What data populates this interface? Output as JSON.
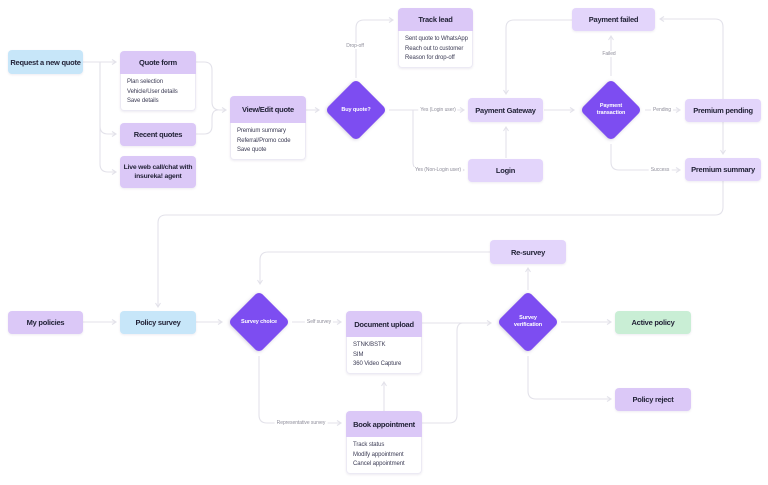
{
  "colors": {
    "diamond_purple": "#7d4df1",
    "lavender": "#dbc8f7",
    "lavender_light": "#e3d5fb",
    "blue": "#c7e6f9",
    "green": "#c9eed5",
    "connector_gray": "#e3e2ea"
  },
  "nodes": {
    "request_new_quote": {
      "title": "Request a new quote"
    },
    "quote_form": {
      "title": "Quote form",
      "items": [
        "Plan selection",
        "Vehicle/User details",
        "Save details"
      ]
    },
    "recent_quotes": {
      "title": "Recent quotes"
    },
    "live_web_call": {
      "title": "Live web call/chat with insureka! agent"
    },
    "view_edit_quote": {
      "title": "View/Edit quote",
      "items": [
        "Premium summary",
        "Referral/Promo code",
        "Save quote"
      ]
    },
    "buy_quote": {
      "title": "Buy quote?"
    },
    "track_lead": {
      "title": "Track lead",
      "items": [
        "Sent quote to WhatsApp",
        "Reach out to customer",
        "Reason for drop-off"
      ]
    },
    "payment_gateway": {
      "title": "Payment Gateway"
    },
    "login": {
      "title": "Login"
    },
    "payment_failed": {
      "title": "Payment failed"
    },
    "payment_transaction": {
      "title": "Payment transaction"
    },
    "premium_pending": {
      "title": "Premium pending"
    },
    "premium_summary": {
      "title": "Premium summary"
    },
    "re_survey": {
      "title": "Re-survey"
    },
    "my_policies": {
      "title": "My policies"
    },
    "policy_survey": {
      "title": "Policy survey"
    },
    "survey_choice": {
      "title": "Survey choice"
    },
    "document_upload": {
      "title": "Document upload",
      "items": [
        "STNK/BSTK",
        "SIM",
        "360 Video Capture"
      ]
    },
    "survey_verification": {
      "title": "Survey verification"
    },
    "active_policy": {
      "title": "Active policy"
    },
    "policy_reject": {
      "title": "Policy reject"
    },
    "book_appointment": {
      "title": "Book appointment",
      "items": [
        "Track status",
        "Modify appointment",
        "Cancel appointment"
      ]
    }
  },
  "edge_labels": {
    "drop_off": "Drop-off",
    "yes_login_user": "Yes (Login user)",
    "yes_non_login_user": "Yes (Non-Login user)",
    "failed": "Failed",
    "pending": "Pending",
    "success": "Success",
    "self_survey": "Self survey",
    "representative_survey": "Representative survey"
  }
}
